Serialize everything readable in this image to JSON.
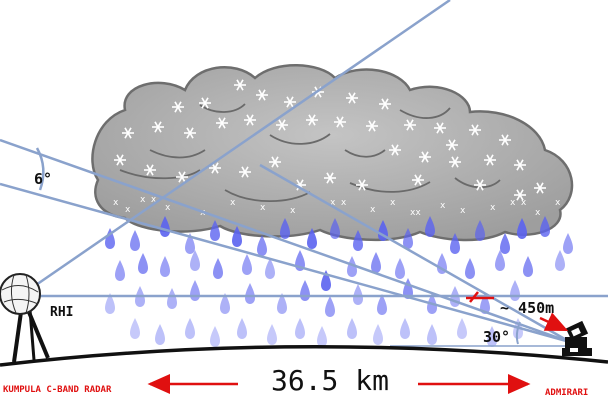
{
  "diagram": {
    "angle_beam_label": "6°",
    "angle_elevation_label": "30°",
    "height_label": "~ 450m",
    "scan_mode_label": "RHI",
    "distance_label": "36.5 km",
    "left_site_label": "KUMPULA C-BAND RADAR",
    "right_site_label": "ADMIRARI"
  },
  "colors": {
    "beam": "#8aa2cc",
    "cloud_fill": "#b8b8b8",
    "cloud_edge": "#7a7a7a",
    "rain": "#5b63f0",
    "arrow_red": "#e01010",
    "ground": "#111111"
  }
}
